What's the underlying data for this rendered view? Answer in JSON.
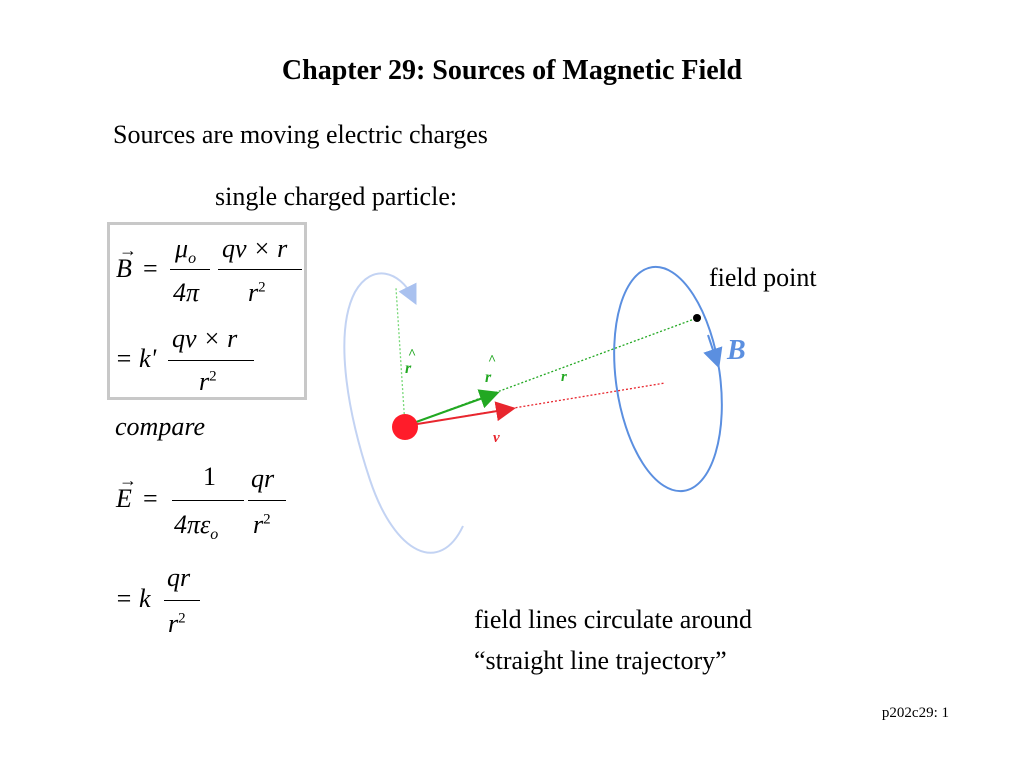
{
  "slide": {
    "title": "Chapter 29: Sources of Magnetic Field",
    "subtitle": "Sources are moving electric charges",
    "subheading": "single charged particle:",
    "compare": "compare",
    "field_point_label": "field point",
    "b_label": "B",
    "rhat_label_left": "r",
    "rhat_label_mid": "r",
    "r_label": "r",
    "v_label": "v",
    "caption_line1": "field lines circulate around",
    "caption_line2": "“straight line trajectory”",
    "footer": "p202c29: 1"
  },
  "formulas": {
    "B_lhs": "B",
    "eq": "=",
    "mu": "μ",
    "mu_sub": "o",
    "four_pi": "4π",
    "qv_cross_rhat": "qv × r",
    "r2_base": "r",
    "r2_exp": "2",
    "k_prime": "= k'",
    "E_lhs": "E",
    "one": "1",
    "four_pi_eps": "4πε",
    "eps_sub": "o",
    "q_rhat": "qr",
    "k": "= k"
  },
  "colors": {
    "charge": "#ff1c2a",
    "field_loop": "#5b8fe0",
    "field_loop_faint": "#c3d3f3",
    "rhat_arrow": "#22a822",
    "v_arrow": "#e8262e",
    "b_text": "#5b8fe0"
  }
}
